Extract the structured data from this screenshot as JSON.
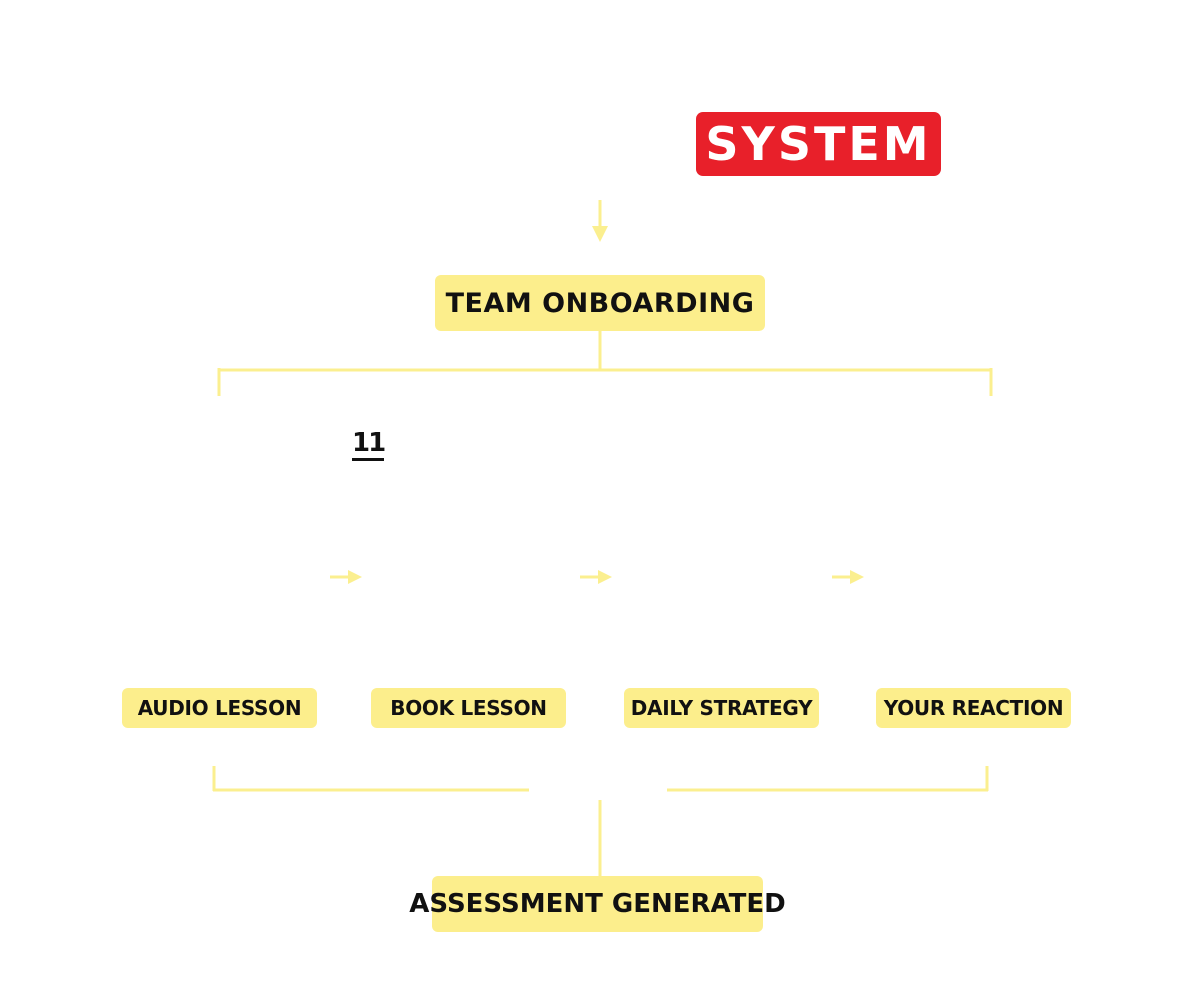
{
  "colors": {
    "accent_red": "#e8202a",
    "box_yellow": "#fcee8c",
    "connector_yellow": "#fbef8f",
    "text_dark": "#111111",
    "text_light": "#ffffff",
    "background": "#ffffff"
  },
  "diagram": {
    "header_label": "SYSTEM",
    "root_label": "TEAM ONBOARDING",
    "count_label": "11",
    "steps": [
      {
        "label": "AUDIO LESSON"
      },
      {
        "label": "BOOK LESSON"
      },
      {
        "label": "DAILY STRATEGY"
      },
      {
        "label": "YOUR REACTION"
      }
    ],
    "result_label": "ASSESSMENT GENERATED"
  }
}
